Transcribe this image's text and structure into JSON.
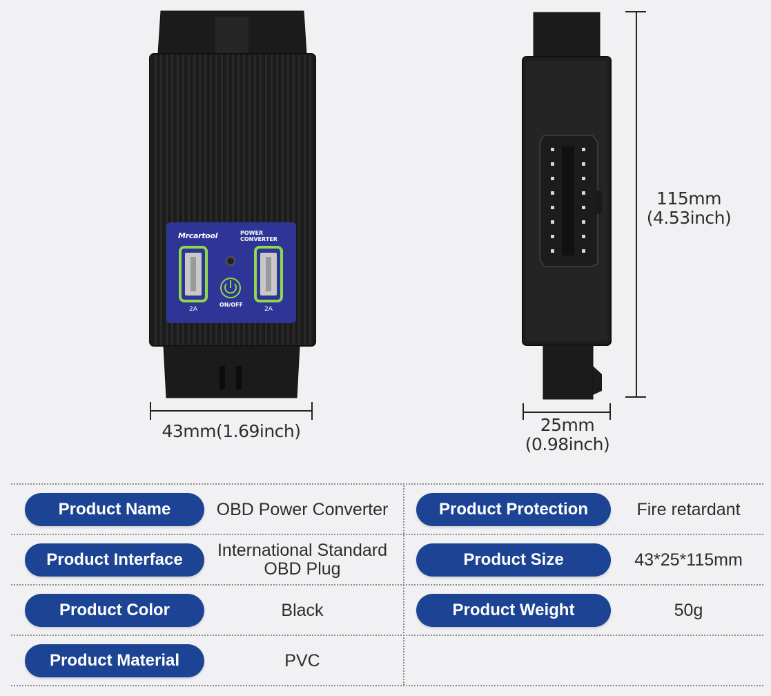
{
  "device": {
    "brand": "Mrcartool",
    "title_line1": "POWER",
    "title_line2": "CONVERTER",
    "port_left_label": "2A",
    "port_right_label": "2A",
    "switch_label": "ON/OFF"
  },
  "dimensions": {
    "width": "43mm(1.69inch)",
    "depth_line1": "25mm",
    "depth_line2": "(0.98inch)",
    "height_line1": "115mm",
    "height_line2": "(4.53inch)"
  },
  "specs": [
    {
      "label": "Product Name",
      "value": "OBD Power Converter"
    },
    {
      "label": "Product Protection",
      "value": "Fire retardant"
    },
    {
      "label": "Product Interface",
      "value": "International Standard OBD Plug"
    },
    {
      "label": "Product Size",
      "value": "43*25*115mm"
    },
    {
      "label": "Product Color",
      "value": "Black"
    },
    {
      "label": "Product Weight",
      "value": "50g"
    },
    {
      "label": "Product Material",
      "value": "PVC"
    }
  ],
  "colors": {
    "pill": "#1d4494",
    "panel": "#2f3596",
    "usb_ring": "#8fd94b",
    "body": "#1e1e1e"
  }
}
